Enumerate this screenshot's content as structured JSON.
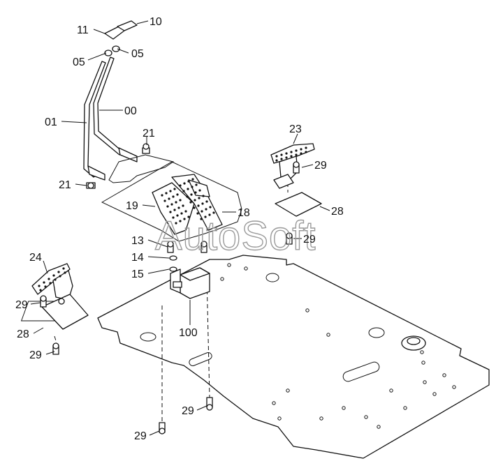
{
  "watermark": "AutoSoft",
  "callouts": [
    {
      "id": "c-11",
      "text": "11"
    },
    {
      "id": "c-10",
      "text": "10"
    },
    {
      "id": "c-05a",
      "text": "05"
    },
    {
      "id": "c-05b",
      "text": "05"
    },
    {
      "id": "c-01",
      "text": "01"
    },
    {
      "id": "c-00",
      "text": "00"
    },
    {
      "id": "c-21a",
      "text": "21"
    },
    {
      "id": "c-21b",
      "text": "21"
    },
    {
      "id": "c-19",
      "text": "19"
    },
    {
      "id": "c-18",
      "text": "18"
    },
    {
      "id": "c-13",
      "text": "13"
    },
    {
      "id": "c-14",
      "text": "14"
    },
    {
      "id": "c-15",
      "text": "15"
    },
    {
      "id": "c-100",
      "text": "100"
    },
    {
      "id": "c-24",
      "text": "24"
    },
    {
      "id": "c-29a",
      "text": "29"
    },
    {
      "id": "c-28a",
      "text": "28"
    },
    {
      "id": "c-29b",
      "text": "29"
    },
    {
      "id": "c-23",
      "text": "23"
    },
    {
      "id": "c-29c",
      "text": "29"
    },
    {
      "id": "c-28b",
      "text": "28"
    },
    {
      "id": "c-29d",
      "text": "29"
    },
    {
      "id": "c-29e",
      "text": "29"
    },
    {
      "id": "c-29f",
      "text": "29"
    }
  ]
}
